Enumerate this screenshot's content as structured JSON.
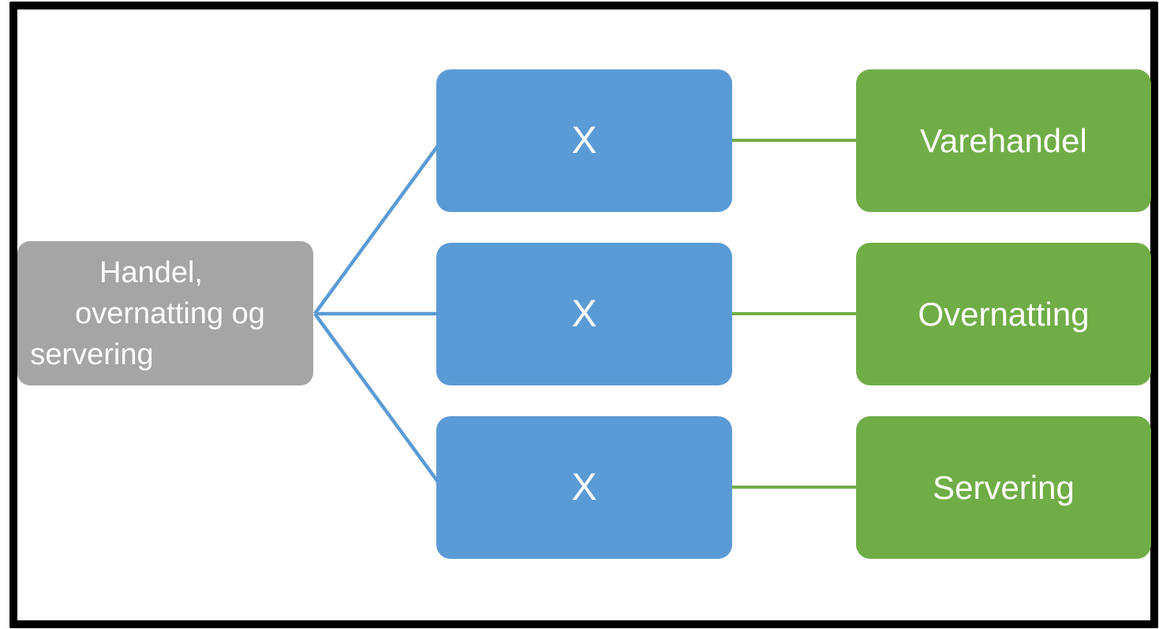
{
  "diagram": {
    "type": "hierarchy",
    "root": {
      "label": "Handel, overnatting og servering",
      "lines": [
        "Handel,",
        "overnatting og",
        "servering"
      ]
    },
    "branches": [
      {
        "middle": "X",
        "leaf": "Varehandel"
      },
      {
        "middle": "X",
        "leaf": "Overnatting"
      },
      {
        "middle": "X",
        "leaf": "Servering"
      }
    ],
    "colors": {
      "root_fill": "#A5A5A5",
      "middle_fill": "#5B9BD5",
      "leaf_fill": "#70AD47",
      "middle_connector": "#5B9BD5",
      "leaf_connector": "#70AD47",
      "text": "#FFFFFF",
      "frame": "#000000",
      "background": "#FFFFFF"
    }
  }
}
